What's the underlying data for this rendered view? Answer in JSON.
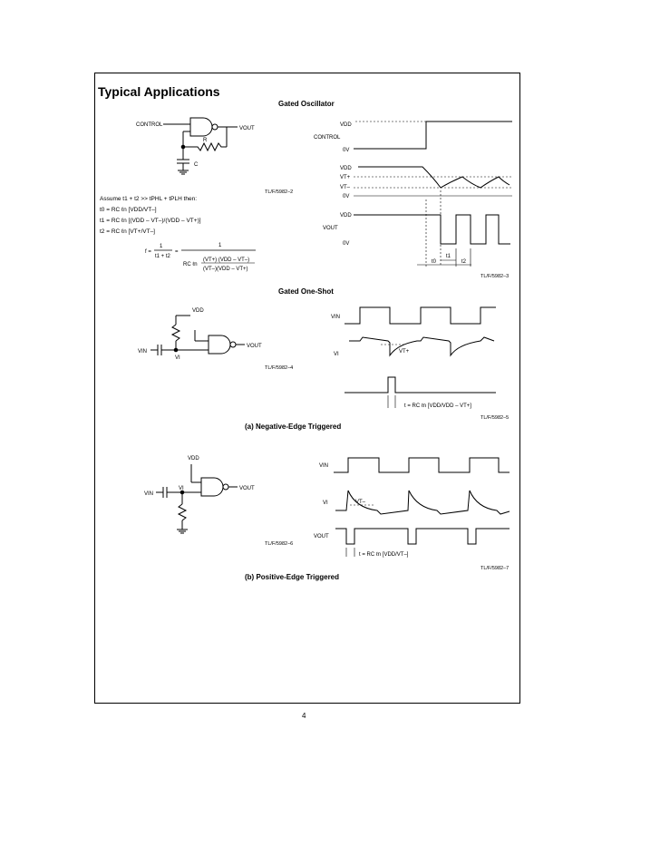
{
  "page": {
    "heading": "Typical Applications",
    "page_number": "4"
  },
  "gated_oscillator": {
    "title": "Gated Oscillator",
    "control_label": "CONTROL",
    "vout_label": "VOUT",
    "r_label": "R",
    "c_label": "C",
    "ref_schematic": "TL/F/5982–2",
    "ref_waveform": "TL/F/5982–3",
    "wave_labels": {
      "vdd_1": "VDD",
      "control": "CONTROL",
      "zero_1": "0V",
      "vdd_2": "VDD",
      "vt_plus": "VT+",
      "vt_minus": "VT–",
      "zero_2": "0V",
      "vdd_3": "VDD",
      "vout": "VOUT",
      "zero_3": "0V",
      "t1": "t1",
      "t0": "t0",
      "t2": "t2"
    },
    "equations": [
      "Assume t1 + t2 >> tPHL + tPLH then:",
      "t0 = RC ℓn [VDD/VT–]",
      "t1 = RC ℓn [(VDD – VT–)/(VDD – VT+)]",
      "t2 = RC ℓn [VT+/VT–]"
    ],
    "freq": {
      "lhs": "f =",
      "num1": "1",
      "den1": "t1 + t2",
      "eq": "=",
      "num2": "1",
      "den2_prefix": "RC ℓn",
      "den2_top": "(VT+) (VDD – VT–)",
      "den2_bottom": "(VT–)(VDD – VT+)"
    }
  },
  "gated_one_shot": {
    "title": "Gated One-Shot",
    "a": {
      "caption": "(a) Negative-Edge Triggered",
      "ref_schematic": "TL/F/5982–4",
      "ref_waveform": "TL/F/5982–5",
      "vdd": "VDD",
      "vin": "VIN",
      "vi": "VI",
      "vout": "VOUT",
      "wave_vin": "VIN",
      "wave_vi": "VI",
      "wave_vt": "VT+",
      "pulse_note": "t = RC ℓn [VDD/VDD – VT+]"
    },
    "b": {
      "caption": "(b) Positive-Edge Triggered",
      "ref_schematic": "TL/F/5982–6",
      "ref_waveform": "TL/F/5982–7",
      "vdd": "VDD",
      "vin": "VIN",
      "vi": "VI",
      "vout": "VOUT",
      "wave_vin": "VIN",
      "wave_vi": "VI",
      "wave_vt": "VT–",
      "wave_vout": "VOUT",
      "pulse_note": "t = RC ℓn [VDD/VT–]"
    }
  }
}
